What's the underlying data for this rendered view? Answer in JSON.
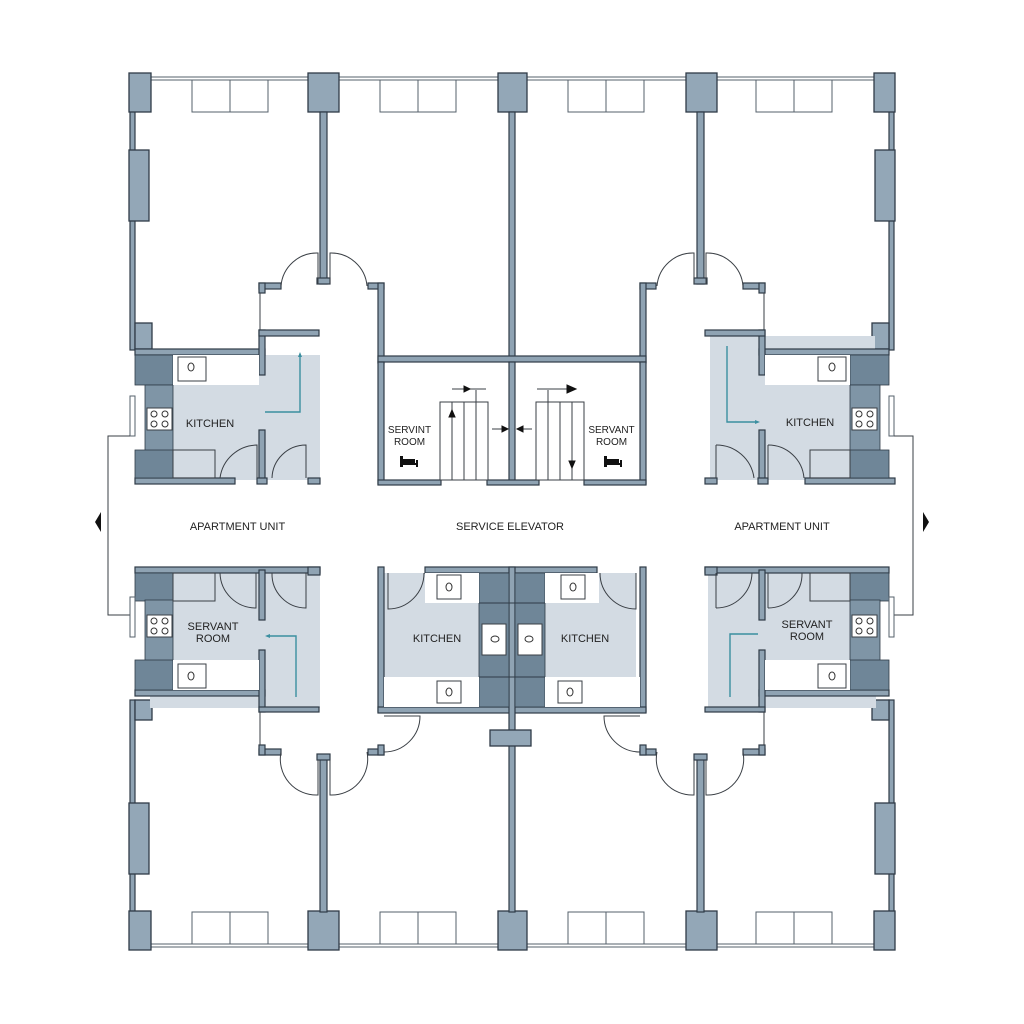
{
  "diagram": {
    "type": "architectural floor plan",
    "colors": {
      "wall": "#8fa3b3",
      "wall_outline": "#2f3b47",
      "room_fill": "#d3dbe3",
      "counter": "#7f95a6",
      "circulation_arrow": "#3b8fa0",
      "background": "#ffffff"
    },
    "labels": {
      "corridor_left": "APARTMENT UNIT",
      "corridor_center": "SERVICE ELEVATOR",
      "corridor_right": "APARTMENT UNIT",
      "kitchen_upper_left": "KITCHEN",
      "kitchen_upper_right": "KITCHEN",
      "servant_room_upper_left": "SERVINT\nROOM",
      "servant_room_upper_right": "SERVANT\nROOM",
      "servant_room_lower_left": "SERVANT\nROOM",
      "servant_room_lower_right": "SERVANT\nROOM",
      "kitchen_lower_center_left": "KITCHEN",
      "kitchen_lower_center_right": "KITCHEN"
    },
    "icons": {
      "bed": "bed-icon",
      "stove": "stove-icon",
      "sink": "sink-icon",
      "stair_arrow": "arrow-icon",
      "entry_marker": "triangle-marker-icon"
    }
  }
}
